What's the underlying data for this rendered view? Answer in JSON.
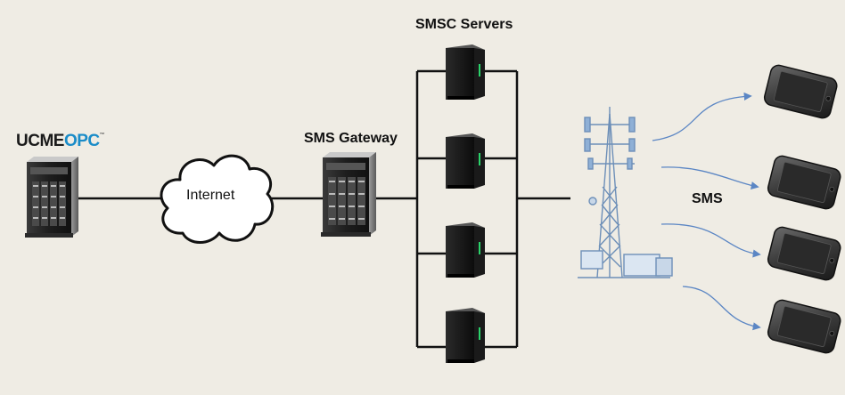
{
  "labels": {
    "logo_main": "UCME",
    "logo_accent": "OPC",
    "logo_tm": "™",
    "internet": "Internet",
    "sms_gateway": "SMS Gateway",
    "smsc_servers": "SMSC Servers",
    "sms": "SMS"
  },
  "colors": {
    "background": "#efece4",
    "line": "#111111",
    "arrow": "#5b86c4",
    "logo_accent": "#1a8cc8",
    "tower": "#6d8fb8"
  },
  "components": {
    "ucme_server": "tower-server-icon",
    "cloud": "cloud-icon",
    "gateway_server": "tower-server-icon",
    "smsc_servers": [
      "rack-server-icon",
      "rack-server-icon",
      "rack-server-icon",
      "rack-server-icon"
    ],
    "cell_tower": "cell-tower-icon",
    "phones": [
      "phone-icon",
      "phone-icon",
      "phone-icon",
      "phone-icon"
    ]
  }
}
